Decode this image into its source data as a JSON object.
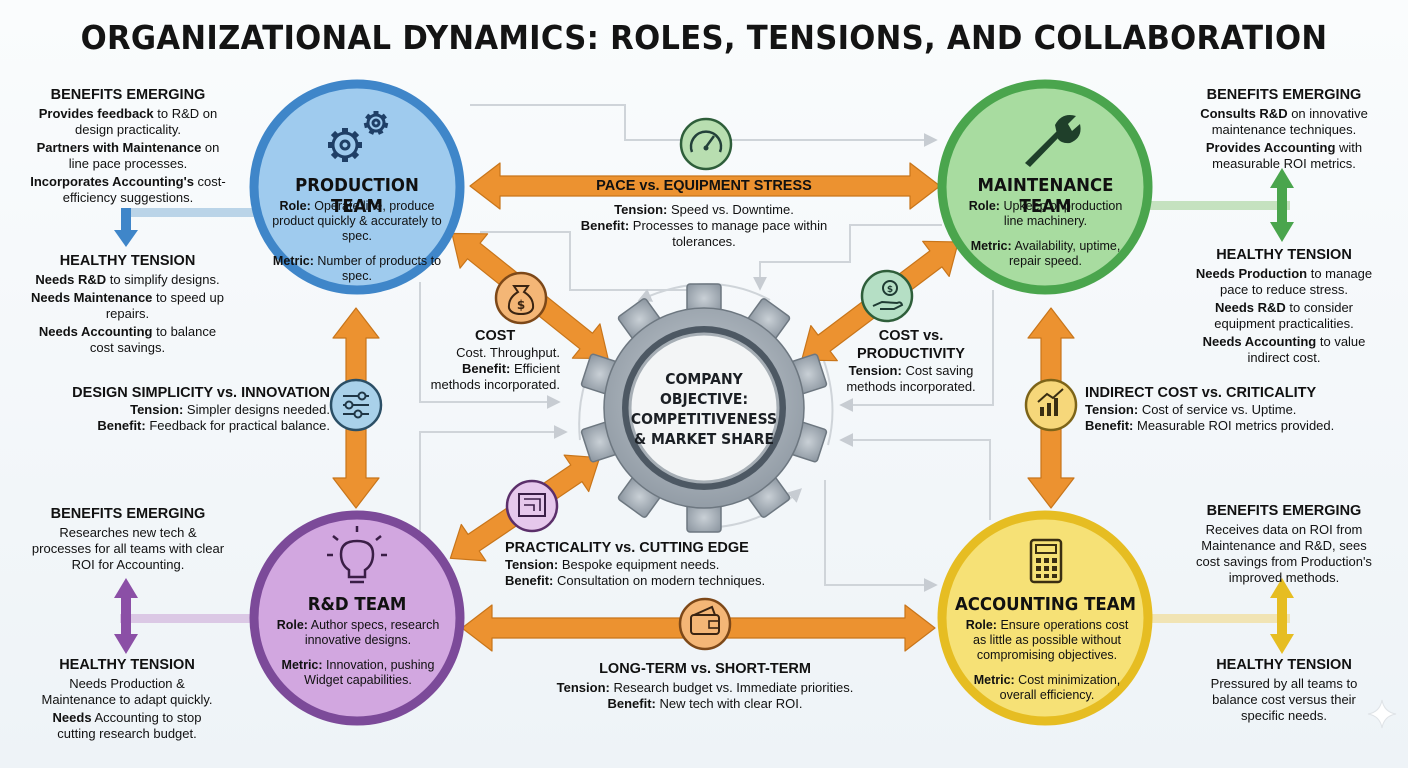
{
  "title": "ORGANIZATIONAL DYNAMICS: ROLES, TENSIONS, AND COLLABORATION",
  "center": {
    "lines": [
      "COMPANY",
      "OBJECTIVE:",
      "COMPETITIVENESS",
      "& MARKET SHARE"
    ]
  },
  "colors": {
    "production": "#3f86c9",
    "maintenance": "#4aa54d",
    "rnd": "#7c4a99",
    "accounting": "#e6bd22",
    "arrow": "#ec9230",
    "gear": "#8b959f"
  },
  "teams": {
    "production": {
      "name": "PRODUCTION TEAM",
      "role_label": "Role:",
      "role": "Operate line, produce product quickly & accurately to spec.",
      "metric_label": "Metric:",
      "metric": "Number of products to spec.",
      "icon": "gears-icon"
    },
    "maintenance": {
      "name": "MAINTENANCE TEAM",
      "role_label": "Role:",
      "role": "Upkeep of production line machinery.",
      "metric_label": "Metric:",
      "metric": "Availability, uptime, repair speed.",
      "icon": "wrench-icon"
    },
    "rnd": {
      "name": "R&D TEAM",
      "role_label": "Role:",
      "role": "Author specs, research innovative designs.",
      "metric_label": "Metric:",
      "metric": "Innovation, pushing Widget capabilities.",
      "icon": "lightbulb-icon"
    },
    "accounting": {
      "name": "ACCOUNTING TEAM",
      "role_label": "Role:",
      "role": "Ensure operations cost as little as possible without compromising objectives.",
      "metric_label": "Metric:",
      "metric": "Cost minimization, overall efficiency.",
      "icon": "calculator-icon"
    }
  },
  "side_notes": {
    "production_benefits": {
      "heading": "BENEFITS EMERGING",
      "items": [
        {
          "bold": "Provides feedback",
          "text": " to R&D on design practicality."
        },
        {
          "bold": "Partners with Maintenance",
          "text": " on line pace processes."
        },
        {
          "bold": "Incorporates Accounting's",
          "text": " cost-efficiency suggestions."
        }
      ]
    },
    "production_tension": {
      "heading": "HEALTHY TENSION",
      "items": [
        {
          "bold": "Needs R&D",
          "text": " to simplify designs."
        },
        {
          "bold": "Needs Maintenance",
          "text": " to speed up repairs."
        },
        {
          "bold": "Needs Accounting",
          "text": " to balance cost savings."
        }
      ]
    },
    "maintenance_benefits": {
      "heading": "BENEFITS EMERGING",
      "items": [
        {
          "bold": "Consults R&D",
          "text": " on innovative maintenance techniques."
        },
        {
          "bold": "Provides Accounting",
          "text": " with measurable ROI metrics."
        }
      ]
    },
    "maintenance_tension": {
      "heading": "HEALTHY TENSION",
      "items": [
        {
          "bold": "Needs Production",
          "text": " to manage pace to reduce stress."
        },
        {
          "bold": "Needs R&D",
          "text": " to consider equipment practicalities."
        },
        {
          "bold": "Needs Accounting",
          "text": " to value indirect cost."
        }
      ]
    },
    "rnd_benefits": {
      "heading": "BENEFITS EMERGING",
      "items": [
        {
          "bold": "",
          "text": "Researches new tech & processes for all teams with clear ROI for Accounting."
        }
      ]
    },
    "rnd_tension": {
      "heading": "HEALTHY TENSION",
      "items": [
        {
          "bold": "",
          "text": "Needs Production & Maintenance to adapt quickly."
        },
        {
          "bold": "Needs",
          "text": " Accounting to stop cutting research budget."
        }
      ]
    },
    "accounting_benefits": {
      "heading": "BENEFITS EMERGING",
      "items": [
        {
          "bold": "",
          "text": "Receives data on ROI from Maintenance and R&D, sees cost savings from Production's improved methods."
        }
      ]
    },
    "accounting_tension": {
      "heading": "HEALTHY TENSION",
      "items": [
        {
          "bold": "",
          "text": "Pressured by all teams to balance cost versus their specific needs."
        }
      ]
    }
  },
  "tensions": {
    "pace": {
      "heading": "PACE vs. EQUIPMENT STRESS",
      "t_label": "Tension:",
      "tension": " Speed vs. Downtime.",
      "b_label": "Benefit:",
      "benefit": " Processes to manage pace within tolerances.",
      "icon": "gauge-icon"
    },
    "design": {
      "heading": "DESIGN SIMPLICITY vs. INNOVATION",
      "t_label": "Tension:",
      "tension": " Simpler designs needed.",
      "b_label": "Benefit:",
      "benefit": " Feedback for practical balance.",
      "icon": "sliders-icon"
    },
    "indirect": {
      "heading": "INDIRECT COST vs. CRITICALITY",
      "t_label": "Tension:",
      "tension": " Cost of service vs. Uptime.",
      "b_label": "Benefit:",
      "benefit": " Measurable ROI metrics provided.",
      "icon": "chart-up-icon"
    },
    "longterm": {
      "heading": "LONG-TERM vs. SHORT-TERM",
      "t_label": "Tension:",
      "tension": " Research budget vs. Immediate priorities.",
      "b_label": "Benefit:",
      "benefit": " New tech with clear ROI.",
      "icon": "wallet-icon"
    },
    "cost": {
      "heading": "COST",
      "line": "Cost. Throughput.",
      "b_label": "Benefit:",
      "benefit": " Efficient methods incorporated.",
      "icon": "money-bag-icon"
    },
    "costprod": {
      "heading1": "COST vs.",
      "heading2": "PRODUCTIVITY",
      "t_label": "Tension:",
      "tension": " Cost saving methods incorporated.",
      "icon": "hand-coin-icon"
    },
    "practicality": {
      "heading": "PRACTICALITY vs. CUTTING EDGE",
      "t_label": "Tension:",
      "tension": " Bespoke equipment needs.",
      "b_label": "Benefit:",
      "benefit": " Consultation on modern techniques.",
      "icon": "blueprint-icon"
    }
  }
}
